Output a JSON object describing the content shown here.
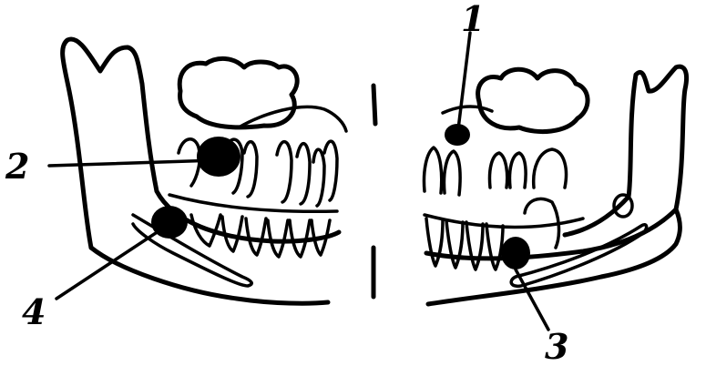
{
  "labels": {
    "l1": "1",
    "l2": "2",
    "l3": "3",
    "l4": "4"
  },
  "colors": {
    "ink": "#000000",
    "paper": "#ffffff"
  }
}
